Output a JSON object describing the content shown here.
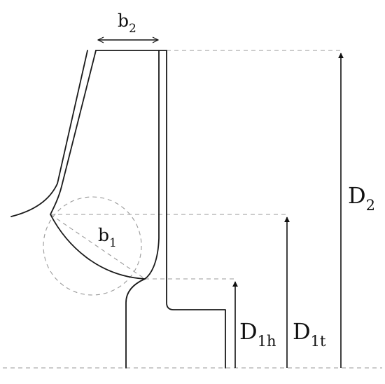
{
  "labels": {
    "b2": {
      "main": "b",
      "sub": "2"
    },
    "b1": {
      "main": "b",
      "sub": "1"
    },
    "D2": {
      "main": "D",
      "sub": "2"
    },
    "D1h": {
      "main": "D",
      "sub": "1h"
    },
    "D1t": {
      "main": "D",
      "sub": "1t"
    }
  },
  "colors": {
    "stroke": "#1a1a1a",
    "dashed": "#9a9a9a",
    "background": "#ffffff"
  }
}
